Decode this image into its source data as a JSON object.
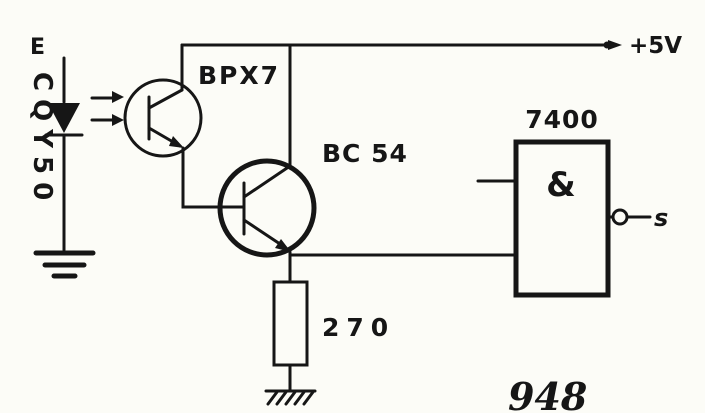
{
  "colors": {
    "ink": "#161616",
    "paper": "#fcfcf7"
  },
  "labels": {
    "supply": "+5V",
    "input_e": "E",
    "led": "CQY50",
    "phototransistor": "BPX7",
    "transistor": "BC 54",
    "resistor": "270",
    "ic": "7400",
    "gate": "&",
    "output": "s",
    "figure": "948"
  }
}
